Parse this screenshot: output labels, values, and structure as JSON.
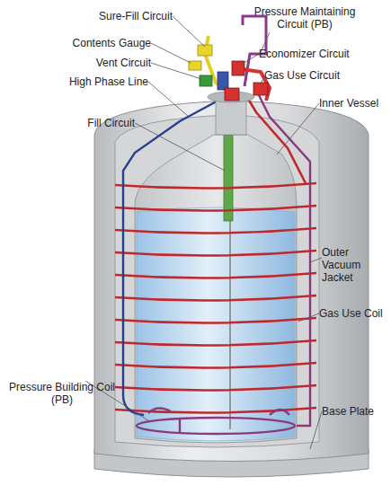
{
  "diagram": {
    "labels": [
      "Sure-Fill Circuit",
      "Pressure Maintaining Circuit (PB)",
      "Contents Gauge",
      "Economizer Circuit",
      "Vent Circuit",
      "Gas Use Circuit",
      "High Phase Line",
      "Inner Vessel",
      "Fill Circuit",
      "Outer Vacuum Jacket",
      "Gas Use Coil",
      "Pressure Building Coil (PB)",
      "Base Plate"
    ]
  }
}
